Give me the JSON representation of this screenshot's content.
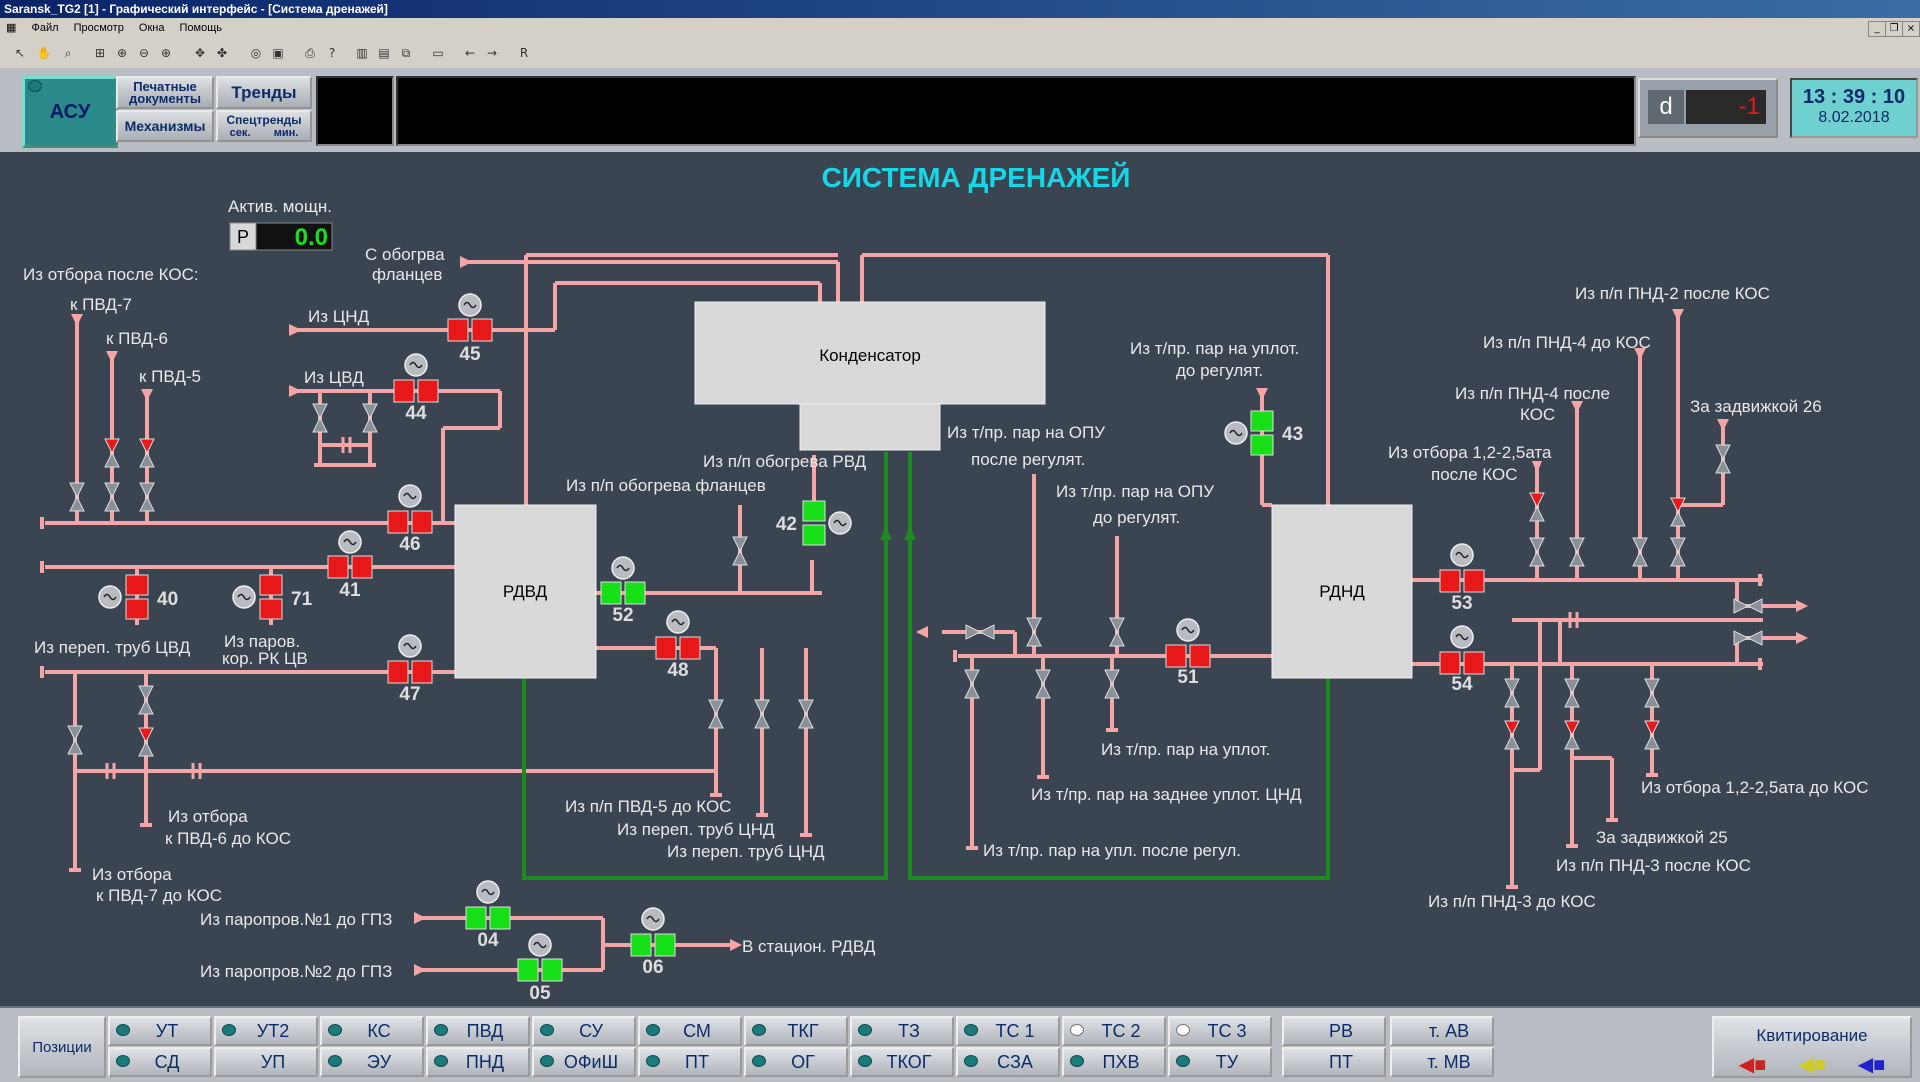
{
  "window": {
    "title": "Saransk_TG2 [1] - Графический интерфейс - [Система дренажей]"
  },
  "menu": [
    "Файл",
    "Просмотр",
    "Окна",
    "Помощь"
  ],
  "header": {
    "asu": "АСУ",
    "print_docs": [
      "Печатные",
      "документы"
    ],
    "trends": "Тренды",
    "mechanisms": "Механизмы",
    "spectrends": "Спецтренды",
    "sec": "сек.",
    "min": "мин.",
    "d_label": "d",
    "d_value": "-1",
    "time": "13 : 39 : 10",
    "date": "8.02.2018"
  },
  "scheme": {
    "title": "СИСТЕМА ДРЕНАЖЕЙ",
    "power_label": "Актив. мощн.",
    "power_p": "P",
    "power_value": "0.0",
    "condenser": "Конденсатор",
    "rdvd": "РДВД",
    "rdnd": "РДНД",
    "labels": {
      "iz_otbora_kos": "Из отбора после КОС:",
      "k_pvd7": "к ПВД-7",
      "k_pvd6": "к ПВД-6",
      "k_pvd5": "к ПВД-5",
      "s_obogreva": "С обогрва",
      "flancev": "фланцев",
      "iz_cnd": "Из ЦНД",
      "iz_cvd": "Из ЦВД",
      "iz_pp_rvd": "Из п/п обогрева РВД",
      "iz_pp_flancev": "Из п/п обогрева фланцев",
      "iz_perep_cvd": "Из переп. труб ЦВД",
      "iz_parov": "Из паров.",
      "kor_rk": "кор. РК ЦВ",
      "iz_otbora_6": "Из отбора",
      "k_pvd6_kos": "к ПВД-6 до КОС",
      "iz_otbora_7": "Из отбора",
      "k_pvd7_kos": "к ПВД-7 до КОС",
      "iz_pp_pvd5": "Из п/п ПВД-5 до КОС",
      "iz_perep_cnd1": "Из переп. труб ЦНД",
      "iz_perep_cnd2": "Из переп. труб ЦНД",
      "iz_paroprov1": "Из паропров.№1 до ГПЗ",
      "iz_paroprov2": "Из паропров.№2 до ГПЗ",
      "v_stacion": "В стацион. РДВД",
      "opu_after1": "Из т/пр. пар на ОПУ",
      "opu_after2": "после регулят.",
      "opu_before1": "Из т/пр. пар на ОПУ",
      "opu_before2": "до регулят.",
      "uplot_do1": "Из т/пр. пар на уплот.",
      "uplot_do2": "до регулят.",
      "uplot": "Из т/пр. пар на уплот.",
      "zadnee": "Из т/пр. пар на заднее уплот. ЦНД",
      "upl_posle": "Из т/пр. пар на упл. после регул.",
      "pnd2_posle": "Из п/п ПНД-2 после КОС",
      "pnd4_do": "Из п/п ПНД-4 до КОС",
      "pnd4_posle1": "Из п/п ПНД-4 после",
      "pnd4_posle2": "КОС",
      "zadv26": "За задвижкой 26",
      "otbora12_posle1": "Из отбора 1,2-2,5ата",
      "otbora12_posle2": "после КОС",
      "otbora12_do": "Из отбора 1,2-2,5ата до КОС",
      "zadv25": "За задвижкой 25",
      "pnd3_posle": "Из п/п ПНД-3 после КОС",
      "pnd3_do": "Из п/п ПНД-3 до КОС"
    },
    "valves": [
      "45",
      "44",
      "46",
      "41",
      "40",
      "71",
      "47",
      "52",
      "48",
      "42",
      "43",
      "51",
      "53",
      "54",
      "04",
      "05",
      "06"
    ]
  },
  "bottom": {
    "pozicii": "Позиции",
    "row1": [
      "УТ",
      "УТ2",
      "КС",
      "ПВД",
      "СУ",
      "СМ",
      "ТКГ",
      "ТЗ",
      "ТС 1",
      "ТС 2",
      "ТС 3",
      "РВ",
      "т. АВ"
    ],
    "row2": [
      "СД",
      "УП",
      "ЭУ",
      "ПНД",
      "ОФиШ",
      "ПТ",
      "ОГ",
      "ТКОГ",
      "СЗА",
      "ПХВ",
      "ТУ",
      "ПТ",
      "т. МВ"
    ],
    "kvit": "Квитирование"
  },
  "colors": {
    "pipe": "#f4a6a6",
    "drain": "#1f8a1f",
    "valve_red": "#e8191a",
    "valve_green": "#18e018",
    "title": "#14d8e8",
    "bg": "#3b4552"
  }
}
